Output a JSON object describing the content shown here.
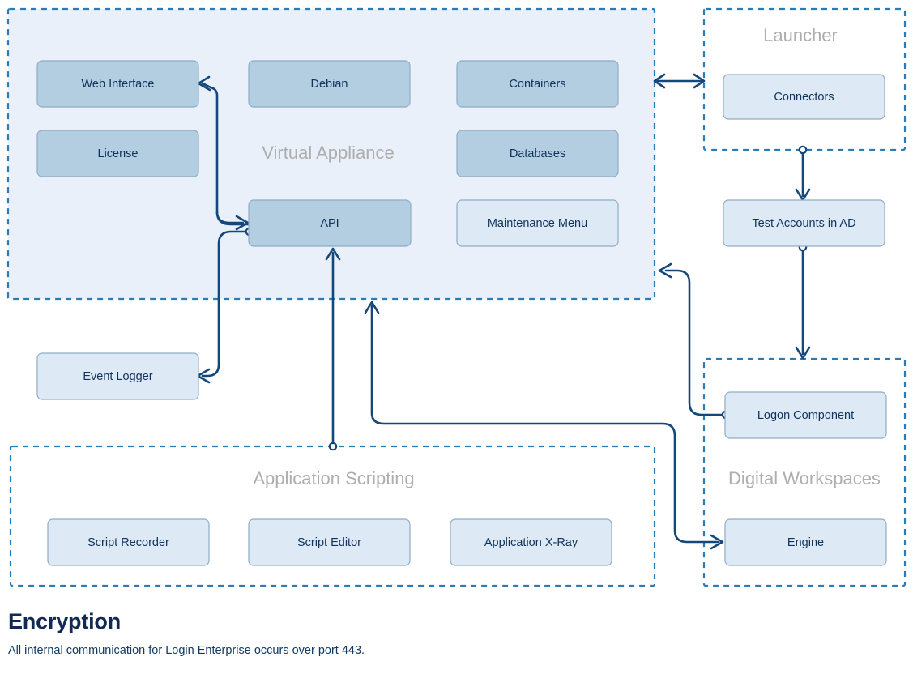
{
  "diagram": {
    "groups": [
      {
        "id": "virtual-appliance",
        "title": "Virtual Appliance",
        "nodes": [
          {
            "id": "web-interface",
            "label": "Web Interface",
            "tone": "dark"
          },
          {
            "id": "license",
            "label": "License",
            "tone": "dark"
          },
          {
            "id": "debian",
            "label": "Debian",
            "tone": "dark"
          },
          {
            "id": "api",
            "label": "API",
            "tone": "dark"
          },
          {
            "id": "containers",
            "label": "Containers",
            "tone": "dark"
          },
          {
            "id": "databases",
            "label": "Databases",
            "tone": "dark"
          },
          {
            "id": "maintenance-menu",
            "label": "Maintenance Menu",
            "tone": "light"
          }
        ]
      },
      {
        "id": "launcher",
        "title": "Launcher",
        "nodes": [
          {
            "id": "connectors",
            "label": "Connectors",
            "tone": "light"
          }
        ]
      },
      {
        "id": "application-scripting",
        "title": "Application Scripting",
        "nodes": [
          {
            "id": "script-recorder",
            "label": "Script Recorder",
            "tone": "light"
          },
          {
            "id": "script-editor",
            "label": "Script Editor",
            "tone": "light"
          },
          {
            "id": "application-x-ray",
            "label": "Application X-Ray",
            "tone": "light"
          }
        ]
      },
      {
        "id": "digital-workspaces",
        "title": "Digital Workspaces",
        "nodes": [
          {
            "id": "logon-component",
            "label": "Logon Component",
            "tone": "light"
          },
          {
            "id": "engine",
            "label": "Engine",
            "tone": "light"
          }
        ]
      }
    ],
    "standalone_nodes": [
      {
        "id": "test-accounts-in-ad",
        "label": "Test Accounts in AD",
        "tone": "light"
      },
      {
        "id": "event-logger",
        "label": "Event Logger",
        "tone": "light"
      }
    ],
    "connections": [
      {
        "from": "api",
        "to": "web-interface",
        "kind": "arrow"
      },
      {
        "from": "web-interface-path",
        "to": "api",
        "kind": "arrow"
      },
      {
        "from": "api",
        "to": "event-logger",
        "kind": "arrow"
      },
      {
        "from": "virtual-appliance",
        "to": "launcher",
        "kind": "bidirectional-arrow"
      },
      {
        "from": "launcher",
        "to": "test-accounts-in-ad",
        "kind": "arrow"
      },
      {
        "from": "test-accounts-in-ad",
        "to": "digital-workspaces",
        "kind": "arrow"
      },
      {
        "from": "logon-component",
        "to": "virtual-appliance",
        "kind": "arrow"
      },
      {
        "from": "application-scripting",
        "to": "api",
        "kind": "arrow"
      },
      {
        "from": "application-scripting",
        "to": "engine",
        "kind": "arrow"
      }
    ]
  },
  "footer": {
    "heading": "Encryption",
    "description": "All internal communication for Login Enterprise occurs over port 443."
  },
  "colors": {
    "group_border": "#2b7cb5",
    "group_fill": "#e9f0f9",
    "node_dark": "#b3cde1",
    "node_light": "#dde9f4",
    "node_border": "#8fadc4",
    "connector": "#14477a",
    "label_text": "#10335c",
    "group_title_text": "#aeaeae",
    "heading_text": "#102a54"
  }
}
